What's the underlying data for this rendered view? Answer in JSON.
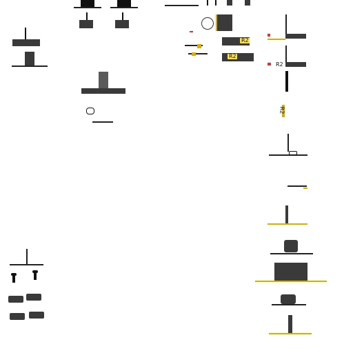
{
  "labels": {
    "r2_a": "R2",
    "r2_b": "R2",
    "r2_c": "R2",
    "r2_d": "R2"
  },
  "colors": {
    "ink": "#111111",
    "dark_block": "#3a3a3a",
    "mid_block": "#5a5a5a",
    "accent_gold": "#d4b000",
    "accent_red": "#d33333"
  },
  "icons": {
    "refresh": "refresh-icon",
    "connector": "connector-icon"
  }
}
